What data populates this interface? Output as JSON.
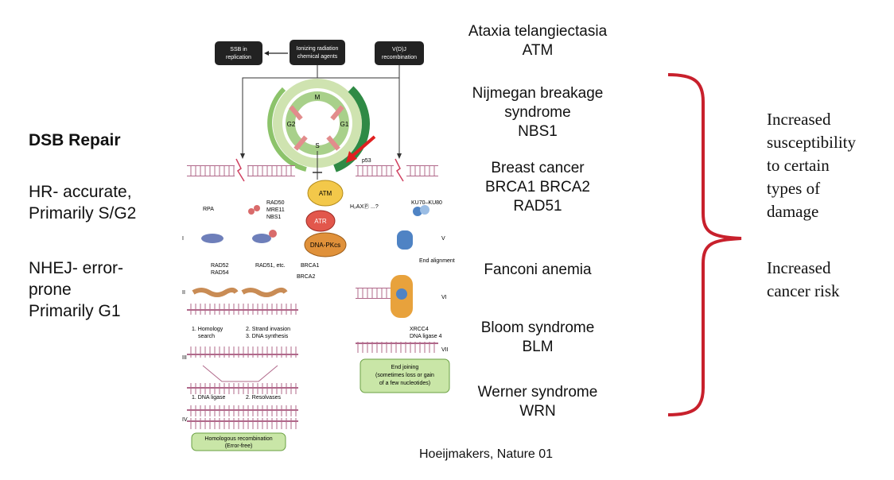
{
  "left_panel": {
    "title": "DSB Repair",
    "hr_lines": [
      "HR- accurate,",
      "Primarily S/G2"
    ],
    "nhej_lines": [
      "NHEJ- error-",
      "prone",
      "Primarily G1"
    ]
  },
  "syndromes": [
    {
      "lines": [
        "Ataxia telangiectasia",
        "ATM"
      ]
    },
    {
      "lines": [
        "Nijmegan breakage",
        "syndrome",
        "NBS1"
      ]
    },
    {
      "lines": [
        "Breast cancer",
        "BRCA1 BRCA2",
        "RAD51"
      ]
    },
    {
      "lines": [
        "Fanconi anemia"
      ]
    },
    {
      "lines": [
        "Bloom syndrome",
        "BLM"
      ]
    },
    {
      "lines": [
        "Werner syndrome",
        "WRN"
      ]
    }
  ],
  "right_panel": {
    "susceptibility_lines": [
      "Increased",
      "susceptibility",
      "to certain",
      "types of",
      "damage"
    ],
    "cancer_lines": [
      "Increased",
      "cancer risk"
    ]
  },
  "citation": "Hoeijmakers, Nature 01",
  "diagram": {
    "source_boxes": {
      "ssb": [
        "SSB in",
        "replication"
      ],
      "ionizing": [
        "Ionizing radiation",
        "chemical agents"
      ],
      "vdj": [
        "V(D)J",
        "recombination"
      ]
    },
    "cell_cycle_labels": [
      "M",
      "G2",
      "G1",
      "S"
    ],
    "proteins": {
      "atm": "ATM",
      "atr": "ATR",
      "dnapk": "DNA-PKcs",
      "p53": "p53",
      "rpa": "RPA",
      "rad50": [
        "RAD50",
        "MRE11",
        "NBS1"
      ],
      "h2ax": "H₂AXⓅ ...?",
      "ku": "KU70–KU80",
      "rad52": [
        "RAD52",
        "RAD54"
      ],
      "rad51": "RAD51, etc.",
      "brca1": "BRCA1",
      "brca2": "BRCA2",
      "xrcc4": [
        "XRCC4",
        "DNA ligase 4"
      ]
    },
    "steps": {
      "homology": [
        "1. Homology",
        "search"
      ],
      "strand": [
        "2. Strand invasion",
        "3. DNA synthesis"
      ],
      "ligase": "1. DNA ligase",
      "resolvases": "2. Resolvases",
      "end_alignment": "End alignment"
    },
    "roman": {
      "i": "I",
      "ii": "II",
      "iii": "III",
      "iv": "IV",
      "v": "V",
      "vi": "VI",
      "vii": "VII"
    },
    "outcomes": {
      "hr": [
        "Homologous recombination",
        "(Error-free)"
      ],
      "nhej": [
        "End joining",
        "(sometimes loss or gain",
        "of a few nucleotides)"
      ]
    },
    "colors": {
      "atm": "#f3c84a",
      "atr": "#e2574c",
      "dnapk": "#e0913a",
      "green_box": "#c9e6a7",
      "bracket": "#c8202c",
      "arrow": "#e02020"
    }
  }
}
